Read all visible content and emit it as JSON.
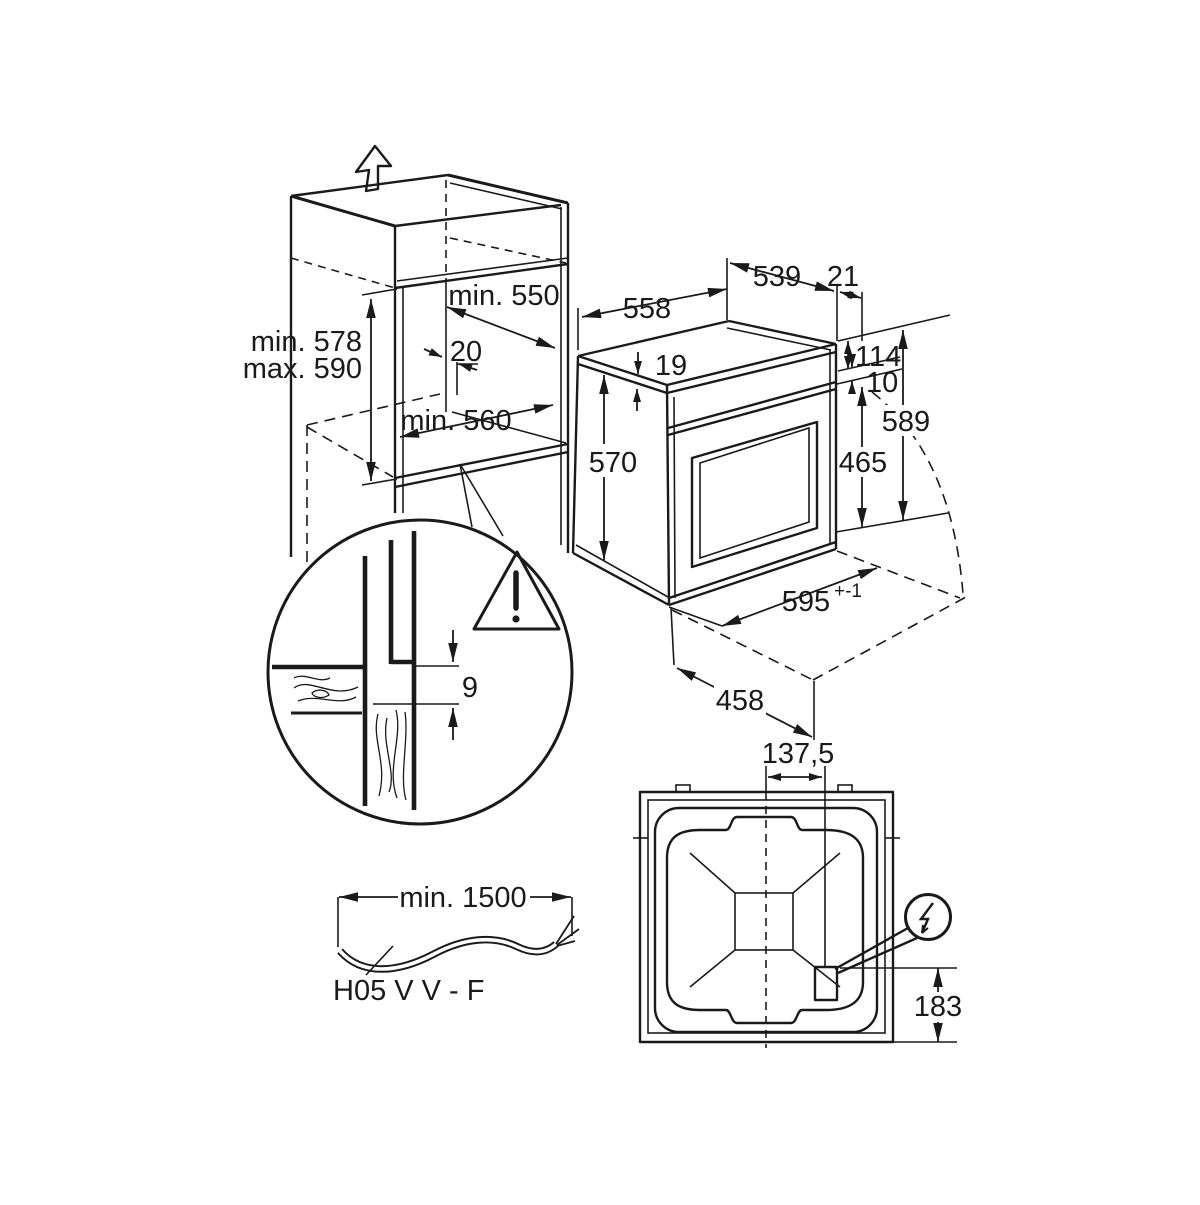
{
  "figure": {
    "cabinet": {
      "niche_depth": "min. 550",
      "niche_height_min": "min. 578",
      "niche_height_max": "max. 590",
      "rear_gap": "20",
      "niche_width": "min. 560"
    },
    "oven": {
      "body_depth": "558",
      "top_rear_width": "539",
      "rear_offset": "21",
      "frame_lip": "19",
      "body_height": "570",
      "upper_rear_height": "114",
      "rear_gap": "10",
      "front_height": "589",
      "door_height": "465",
      "front_width": "595",
      "front_width_tolerance": "+-1",
      "pullout_depth": "458"
    },
    "detail": {
      "panel_gap": "9"
    },
    "cable": {
      "min_length": "min. 1500",
      "cable_type": "H05 V V - F"
    },
    "rear_view": {
      "mains_offset_horizontal": "137,5",
      "mains_offset_vertical": "183"
    }
  },
  "icons": {
    "up_arrow": "up-arrow",
    "warning": "warning-triangle-exclamation",
    "power": "lightning-bolt"
  },
  "colors": {
    "line": "#1a1a1a",
    "background": "#ffffff"
  }
}
